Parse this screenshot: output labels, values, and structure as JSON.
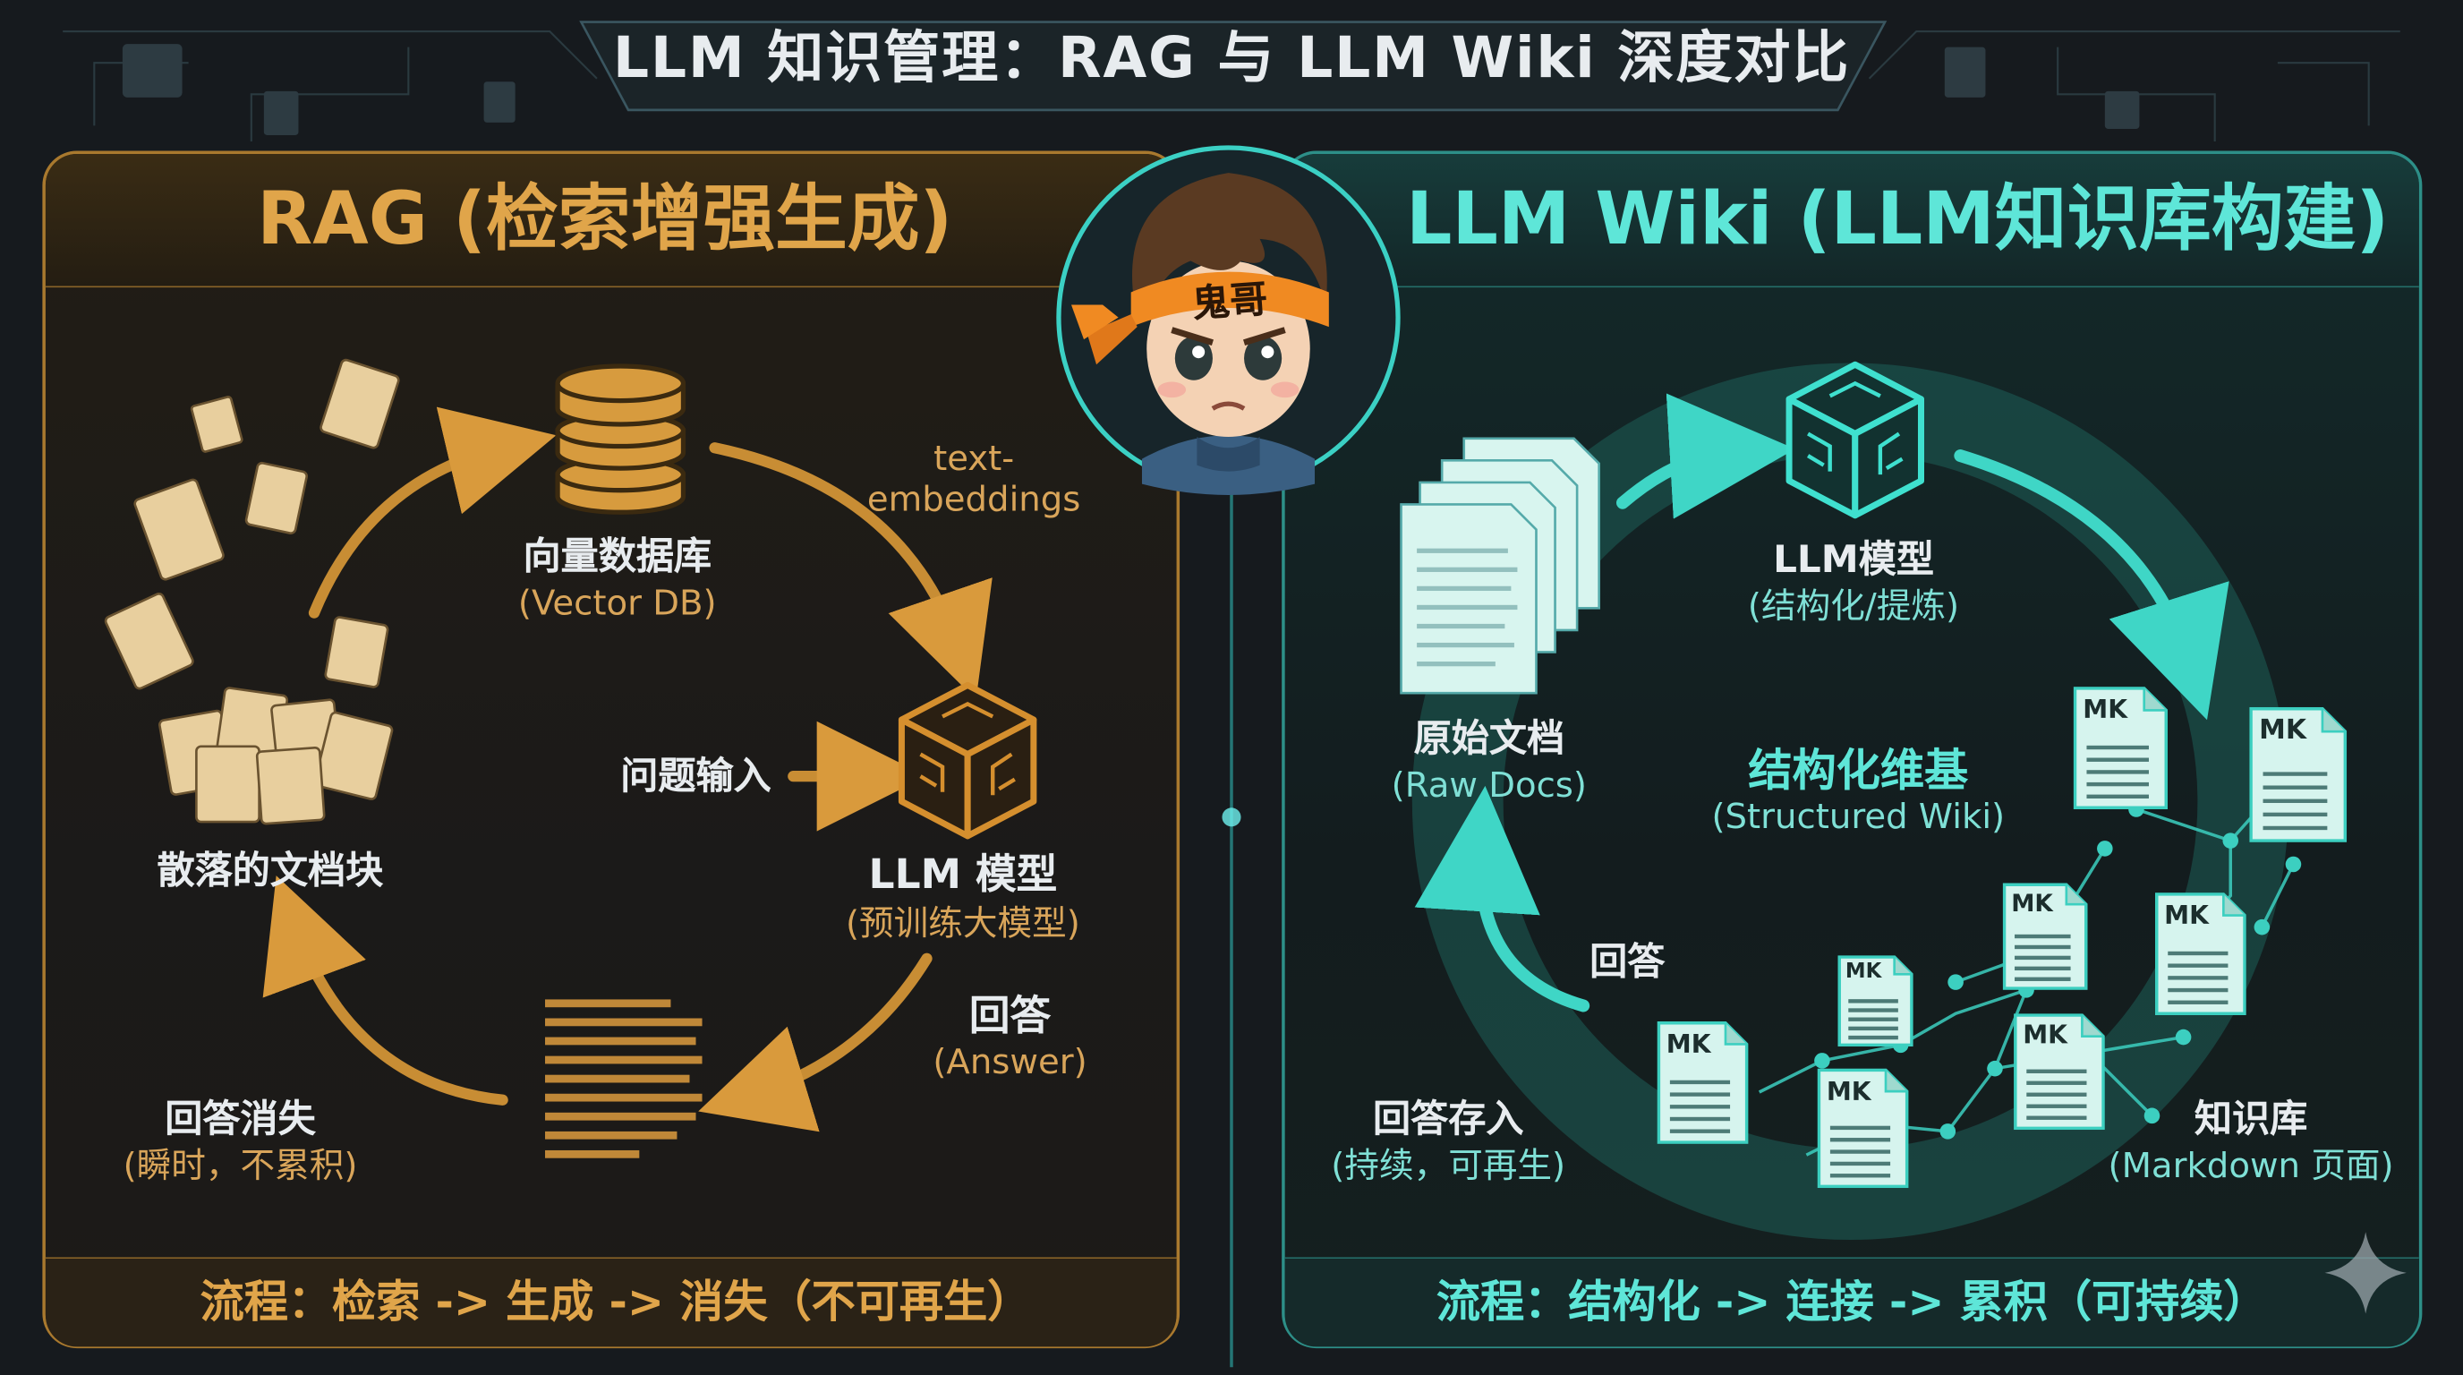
{
  "title": "LLM 知识管理：RAG 与 LLM Wiki 深度对比",
  "avatar": {
    "headband_text": "鬼哥"
  },
  "rag": {
    "heading": "RAG (检索增强生成)",
    "scattered_docs": "散落的文档块",
    "vector_db": "向量数据库",
    "vector_db_en": "(Vector DB)",
    "embeddings_1": "text-",
    "embeddings_2": "embeddings",
    "question_input": "问题输入",
    "llm_model": "LLM 模型",
    "llm_model_sub": "(预训练大模型)",
    "answer": "回答",
    "answer_en": "(Answer)",
    "answer_vanish": "回答消失",
    "answer_vanish_sub": "(瞬时，不累积)",
    "flow": "流程：检索 -> 生成 -> 消失（不可再生）"
  },
  "wiki": {
    "heading": "LLM Wiki (LLM知识库构建)",
    "llm_model": "LLM模型",
    "llm_model_sub": "(结构化/提炼)",
    "raw_docs": "原始文档",
    "raw_docs_en": "(Raw Docs)",
    "structured": "结构化维基",
    "structured_en": "(Structured Wiki)",
    "answer": "回答",
    "answer_store": "回答存入",
    "answer_store_sub": "(持续，可再生)",
    "kb": "知识库",
    "kb_sub": "(Markdown 页面)",
    "mk_label": "MK",
    "flow": "流程：结构化 -> 连接 -> 累积（可持续）"
  },
  "colors": {
    "rag_accent": "#e0a54a",
    "wiki_accent": "#5ee6d8",
    "background": "#161a1e"
  },
  "icons": [
    "database-icon",
    "llm-cube-icon",
    "document-icon",
    "markdown-file-icon",
    "sparkle-icon"
  ]
}
